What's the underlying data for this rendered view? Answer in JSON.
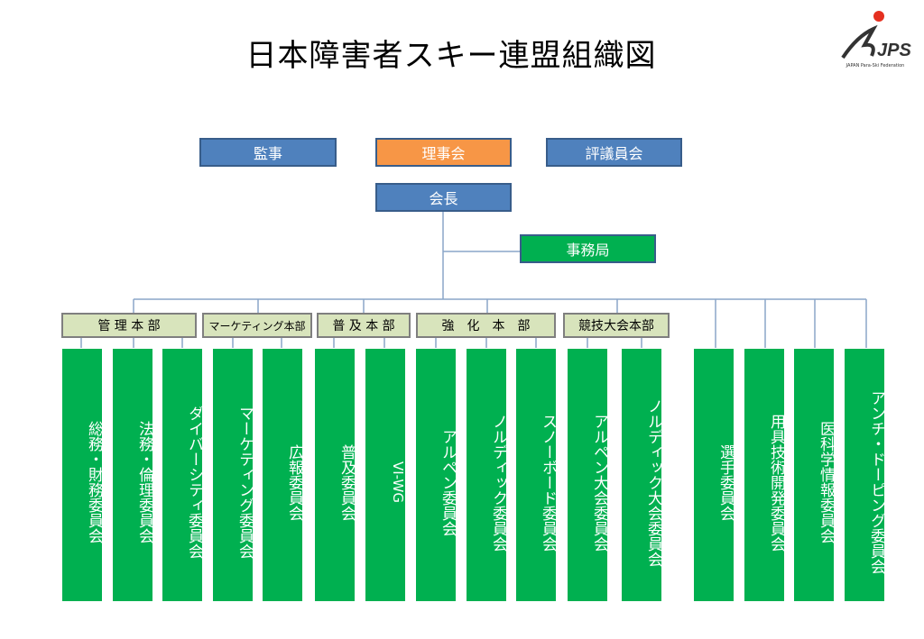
{
  "title": "日本障害者スキー連盟組織図",
  "logo": {
    "text": "JPS",
    "subtext": "JAPAN Para-Ski Federation"
  },
  "top": {
    "kanji": "監事",
    "rijikai": "理事会",
    "hyogiinkai": "評議員会"
  },
  "president": "会長",
  "secretariat": "事務局",
  "departments": [
    "管 理 本 部",
    "マーケティング本部",
    "普 及 本 部",
    "強　化　本　部",
    "競技大会本部"
  ],
  "committees": [
    "総務・財務委員会",
    "法務・倫理委員会",
    "ダイバーシティ委員会",
    "マーケティング委員会",
    "広報委員会",
    "普及委員会",
    "VI-WG",
    "アルペン委員会",
    "ノルディック委員会",
    "スノーボード委員会",
    "アルペン大会委員会",
    "ノルディック大会委員会",
    "選手委員会",
    "用具技術開発委員会",
    "医科学情報委員会",
    "アンチ・ドーピング委員会"
  ],
  "colors": {
    "blue": "#4f81bd",
    "orange": "#f79646",
    "green": "#00b050",
    "dept": "#d8e4bc",
    "line": "#7f9fbf"
  }
}
